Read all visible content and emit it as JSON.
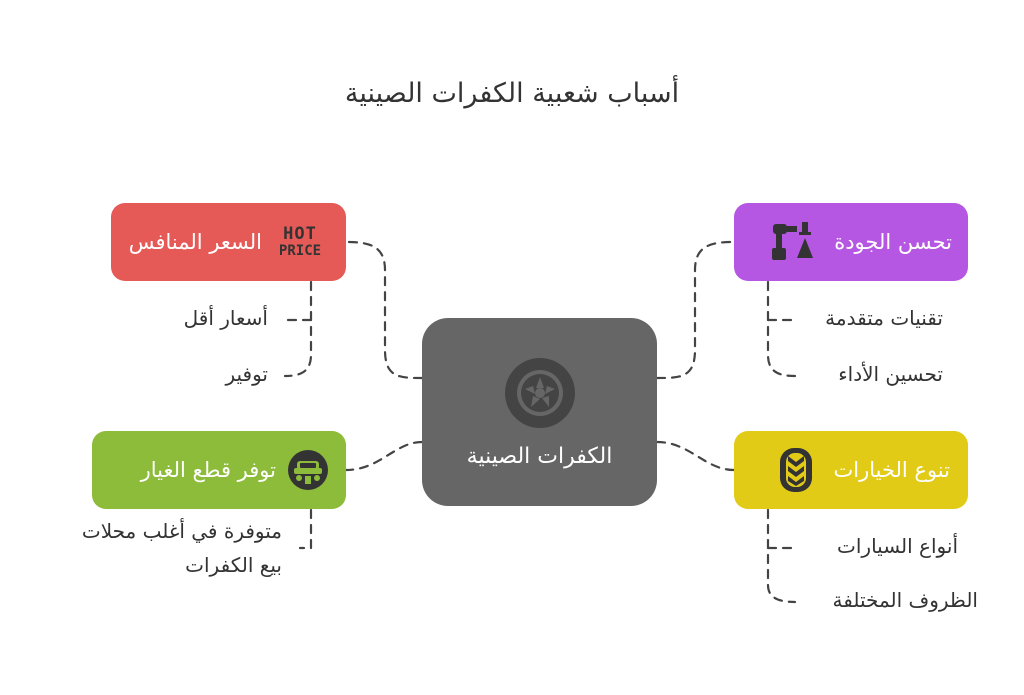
{
  "title": "أسباب شعبية الكفرات الصينية",
  "center": {
    "label": "الكفرات الصينية",
    "icon": "tire-icon"
  },
  "branches": {
    "price": {
      "label": "السعر المنافس",
      "icon": "hot-price-icon",
      "icon_text": [
        "HOT",
        "PRICE"
      ],
      "color": "#E55A57",
      "items": [
        "أسعار أقل",
        "توفير"
      ]
    },
    "quality": {
      "label": "تحسن الجودة",
      "icon": "robot-arm-icon",
      "color": "#B657E3",
      "items": [
        "تقنيات متقدمة",
        "تحسين الأداء"
      ]
    },
    "parts": {
      "label": "توفر قطع الغيار",
      "icon": "car-service-icon",
      "color": "#8DBB3A",
      "items": [
        "متوفرة في أغلب محلات",
        "بيع الكفرات"
      ]
    },
    "variety": {
      "label": "تنوع الخيارات",
      "icon": "tire-tread-icon",
      "color": "#E1CB17",
      "items": [
        "أنواع السيارات",
        "الظروف المختلفة"
      ]
    }
  }
}
